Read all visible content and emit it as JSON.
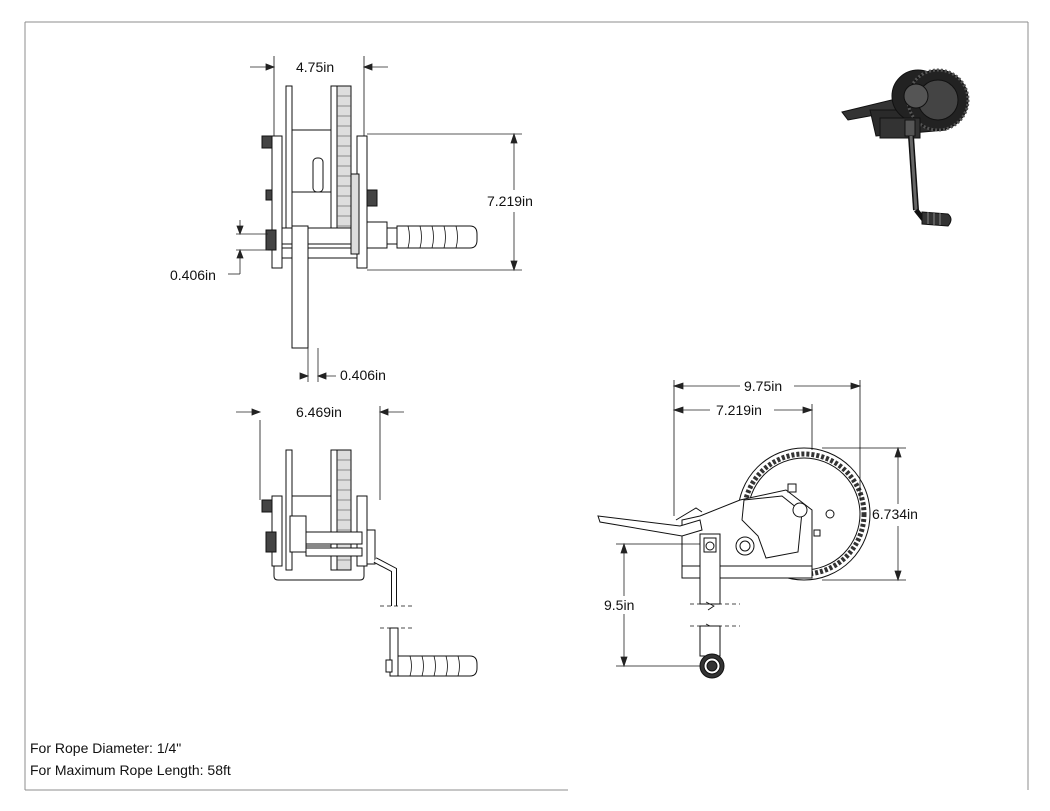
{
  "dimensions": {
    "top_width": "4.75in",
    "top_height": "7.219in",
    "top_small_left": "0.406in",
    "top_small_bottom": "0.406in",
    "front_width": "6.469in",
    "side_total_width": "9.75in",
    "side_inner_width": "7.219in",
    "side_height": "6.734in",
    "side_handle": "9.5in"
  },
  "notes": {
    "rope_diameter": "For Rope Diameter: 1/4\"",
    "max_rope_length": "For Maximum Rope Length: 58ft"
  },
  "colors": {
    "line": "#111111",
    "frame": "#9a9a9a",
    "dim": "#222222"
  }
}
